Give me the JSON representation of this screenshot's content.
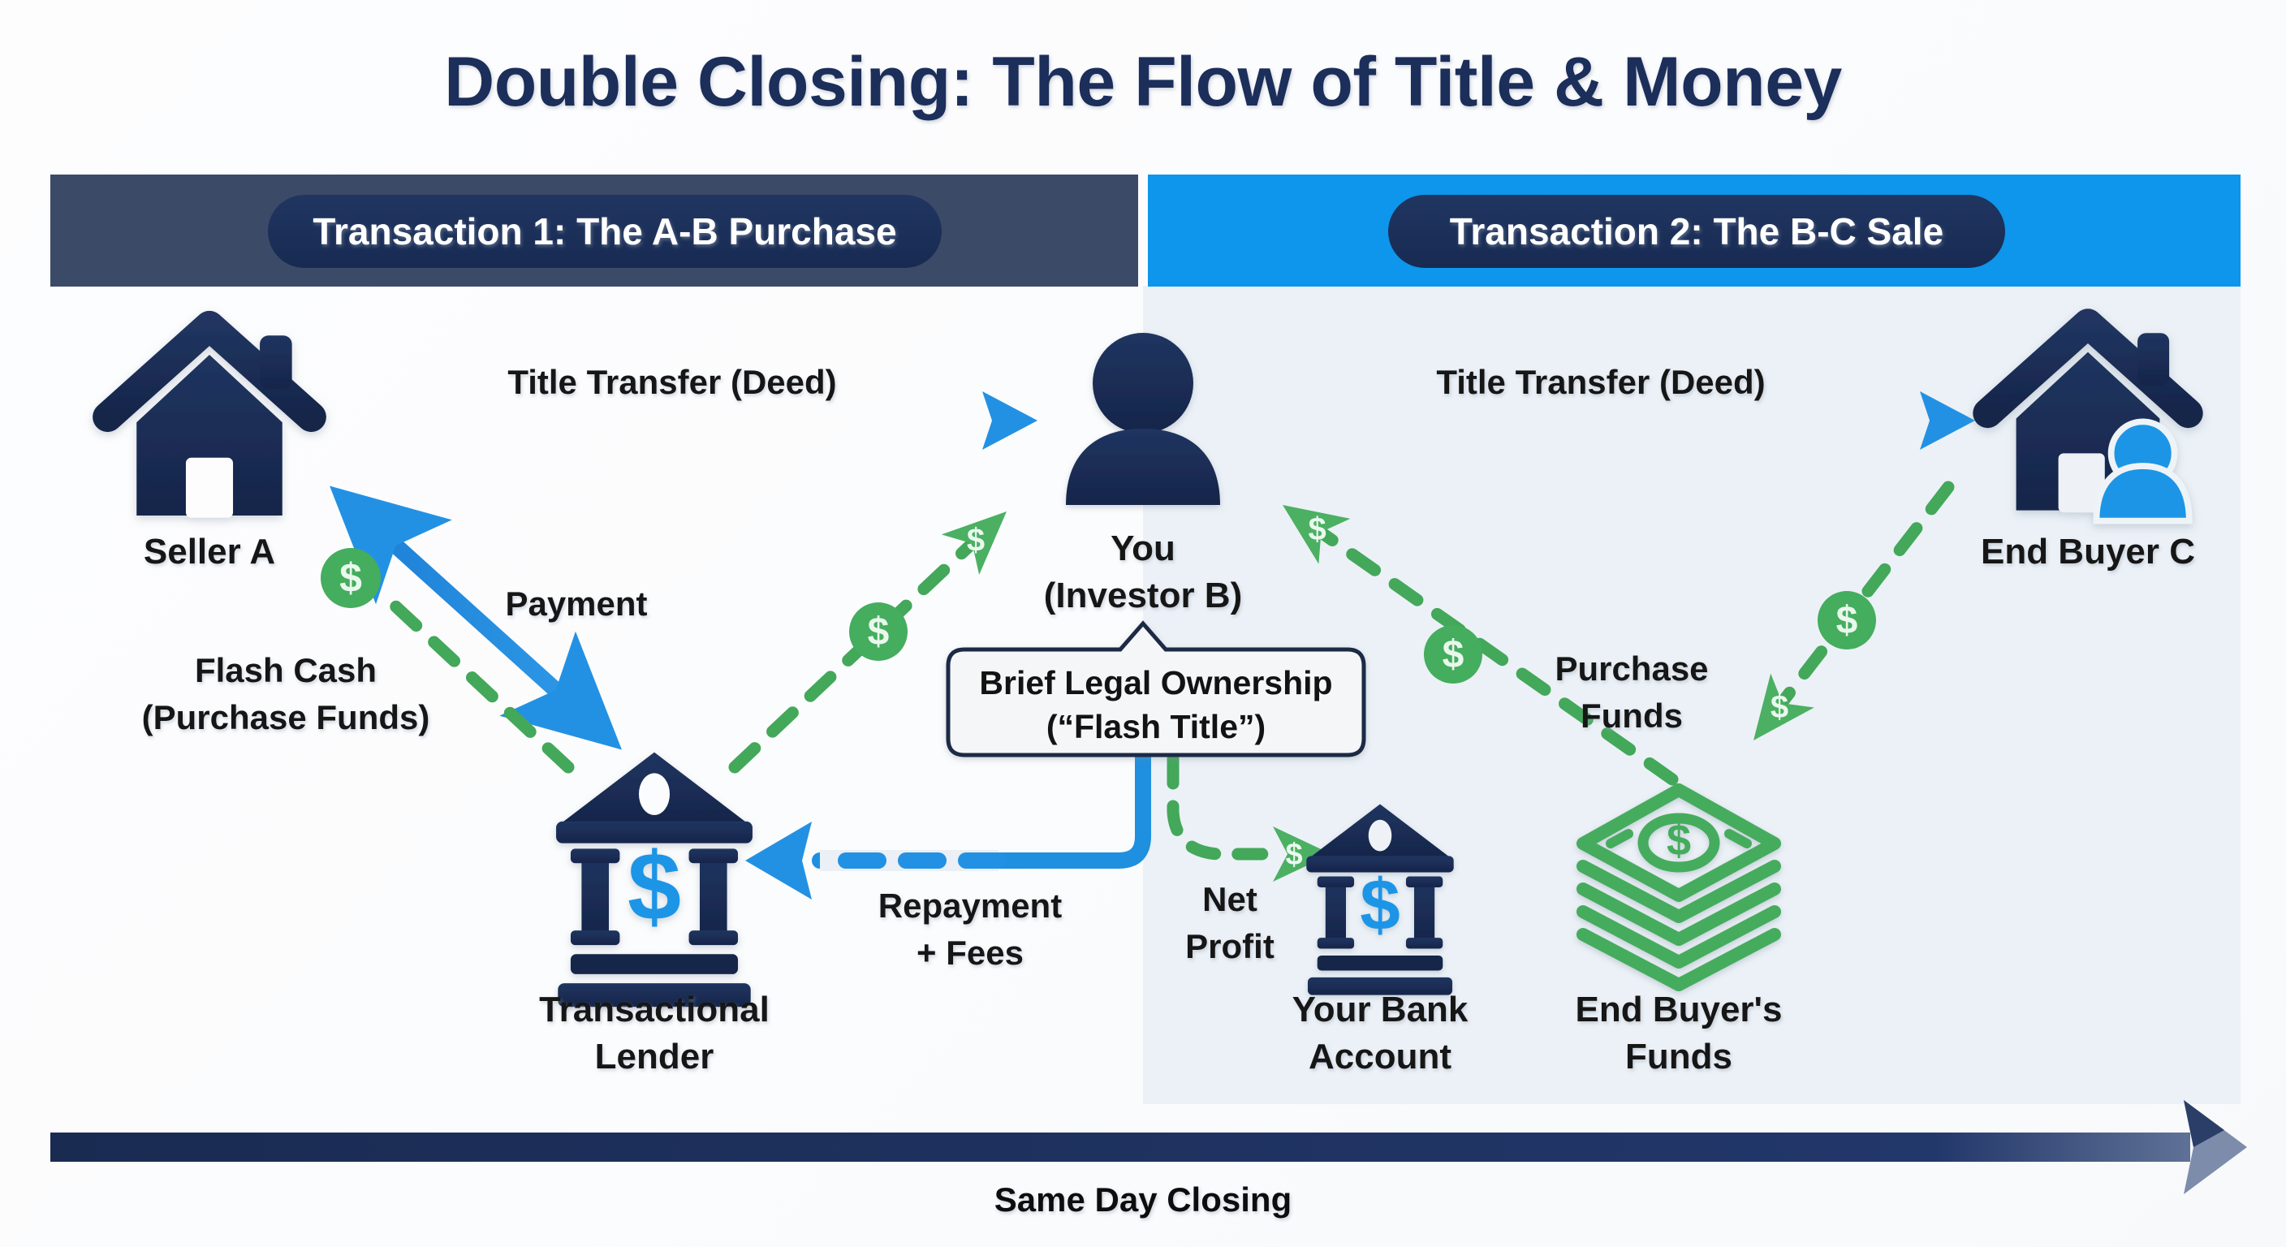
{
  "page": {
    "title": "Double Closing: The Flow of Title & Money",
    "background_color": "#ffffff"
  },
  "colors": {
    "navy": "#1c2e5a",
    "slate_banner": "#3b4a66",
    "bright_blue": "#0d96eb",
    "arrow_blue": "#1f8fe0",
    "money_green": "#43a85a",
    "panel_fill": "#eaf0f5",
    "callout_fill": "#f4f6f8"
  },
  "panels": [
    {
      "id": "transaction-1",
      "banner_label": "Transaction 1: The A-B Purchase",
      "banner_color": "#3b4a66",
      "pill_color": "#1c2e5a"
    },
    {
      "id": "transaction-2",
      "banner_label": "Transaction 2: The B-C Sale",
      "banner_color": "#0d96eb",
      "pill_color": "#15255a"
    }
  ],
  "nodes": {
    "seller_a": {
      "label": "Seller A",
      "icon": "house-icon"
    },
    "investor_b": {
      "label_line1": "You",
      "label_line2": "(Investor B)",
      "icon": "person-icon"
    },
    "end_buyer_c": {
      "label": "End Buyer C",
      "icon": "house-with-person-icon"
    },
    "transactional_lender": {
      "label_line1": "Transactional",
      "label_line2": "Lender",
      "icon": "bank-icon"
    },
    "your_bank_account": {
      "label_line1": "Your Bank",
      "label_line2": "Account",
      "icon": "bank-icon"
    },
    "end_buyers_funds": {
      "label_line1": "End Buyer's",
      "label_line2": "Funds",
      "icon": "cash-stack-icon"
    }
  },
  "flows": {
    "title_transfer_ab": {
      "label": "Title Transfer (Deed)",
      "style": "solid-blue-arrow"
    },
    "title_transfer_bc": {
      "label": "Title Transfer (Deed)",
      "style": "solid-blue-arrow"
    },
    "payment": {
      "label": "Payment",
      "style": "solid-blue-double-arrow"
    },
    "flash_cash": {
      "label_line1": "Flash Cash",
      "label_line2": "(Purchase Funds)",
      "style": "dashed-green-arrow"
    },
    "repayment_fees": {
      "label_line1": "Repayment",
      "label_line2": "+ Fees",
      "style": "dashed-blue-arrow"
    },
    "net_profit": {
      "label_line1": "Net",
      "label_line2": "Profit",
      "style": "dashed-green-arrow"
    },
    "purchase_funds": {
      "label_line1": "Purchase",
      "label_line2": "Funds",
      "style": "dashed-green-arrow"
    }
  },
  "callout": {
    "line1": "Brief Legal Ownership",
    "line2": "(“Flash Title”)"
  },
  "timeline": {
    "label": "Same Day Closing",
    "direction": "left-to-right"
  }
}
